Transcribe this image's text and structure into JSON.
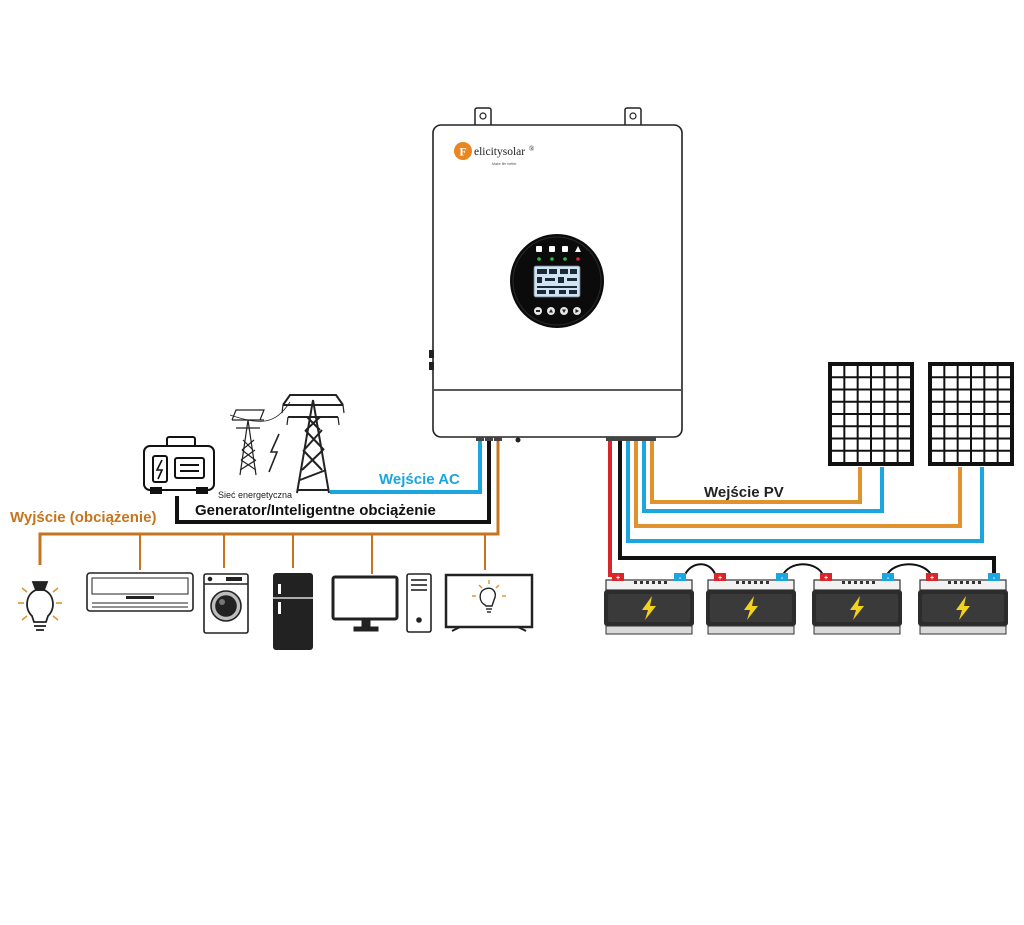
{
  "brand": {
    "name": "elicitysolar",
    "initial": "F",
    "mark": "®",
    "tagline": "Make life better"
  },
  "labels": {
    "ac_input": "Wejście AC",
    "pv_input": "Wejście PV",
    "generator": "Generator/Inteligentne obciążenie",
    "output": "Wyjście (obciążenie)",
    "grid": "Sieć energetyczna"
  },
  "colors": {
    "ac": "#1ba6e0",
    "pv": "#e0922e",
    "output": "#c6741e",
    "generator": "#111111",
    "battery_pos": "#d8262b",
    "battery_neg": "#1ba6e0",
    "bolt": "#f3d21b"
  },
  "icons": [
    "generator-icon",
    "power-tower-icon",
    "bulb-icon",
    "air-conditioner-icon",
    "washing-machine-icon",
    "fridge-icon",
    "monitor-icon",
    "pc-tower-icon",
    "tv-icon",
    "solar-panel-icon",
    "battery-icon"
  ],
  "battery_terminals": {
    "positive": "+",
    "negative": "-"
  }
}
